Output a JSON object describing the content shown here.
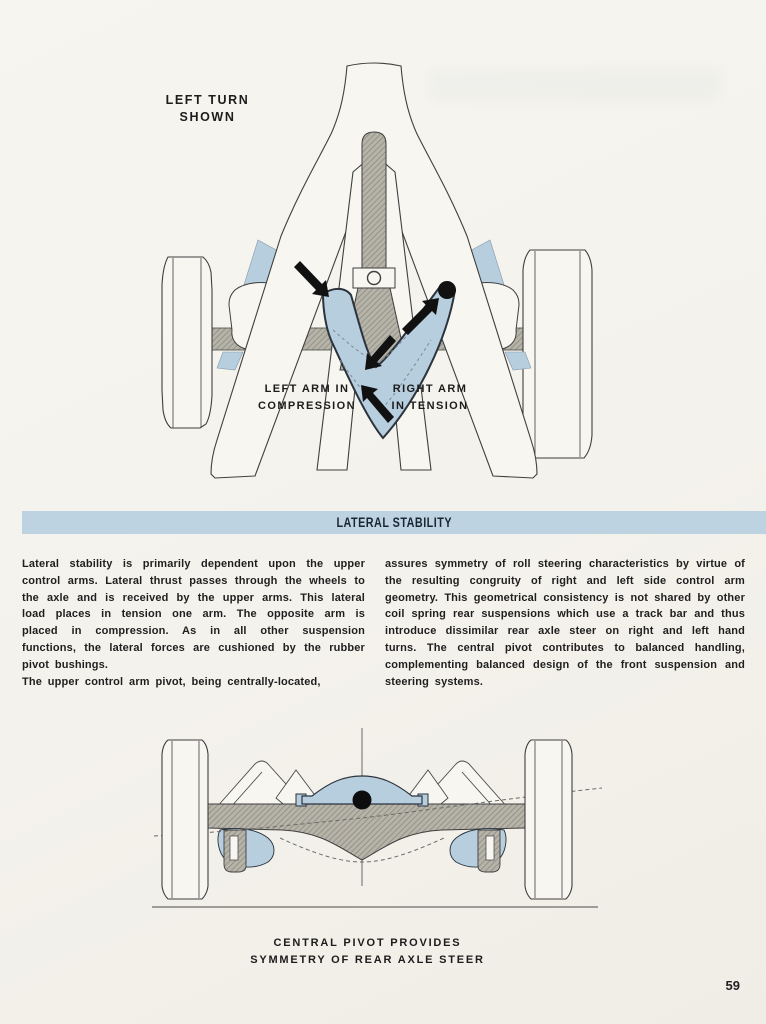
{
  "page": {
    "number": "59"
  },
  "top_figure": {
    "note_line1": "LEFT TURN",
    "note_line2": "SHOWN",
    "left_arm_label_line1": "LEFT ARM IN",
    "left_arm_label_line2": "COMPRESSION",
    "right_arm_label_line1": "RIGHT ARM",
    "right_arm_label_line2": "IN TENSION"
  },
  "section_banner": {
    "title": "LATERAL STABILITY"
  },
  "article": {
    "left_column": {
      "p1": "Lateral stability is primarily dependent upon the upper control arms. Lateral thrust passes through the wheels to the axle and is received by the upper arms. This lateral load places in tension one arm. The opposite arm is placed in compression. As in all other suspension functions, the lateral forces are cushioned by the rubber pivot bushings.",
      "p2": "The upper control arm pivot, being centrally-located,"
    },
    "right_column": {
      "p1": "assures symmetry of roll steering characteristics by virtue of the resulting congruity of right and left side control arm geometry. This geometrical consistency is not shared by other coil spring rear suspensions which use a track bar and thus introduce dissimilar rear axle steer on right and left hand turns. The central pivot contributes to balanced handling, complementing balanced design of the front suspension and steering systems."
    }
  },
  "bottom_figure": {
    "caption_line1": "CENTRAL PIVOT PROVIDES",
    "caption_line2": "SYMMETRY OF REAR AXLE STEER"
  },
  "colors": {
    "paper": "#f4f2ec",
    "banner_blue": "#bed3e2",
    "diagram_blue": "#b7cedf",
    "hatch_gray": "#b6b3a9",
    "ink": "#1f1f1f"
  }
}
